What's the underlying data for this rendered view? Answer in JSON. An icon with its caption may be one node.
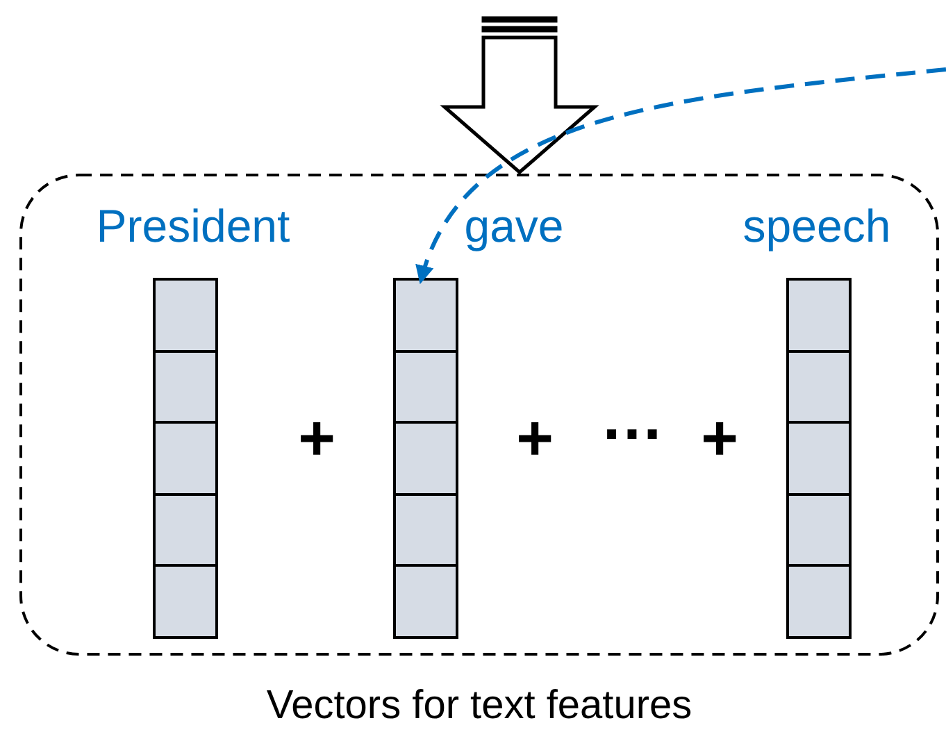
{
  "diagram": {
    "nodes": [
      {
        "text": [
          "Vectors for text features"
        ]
      },
      {
        "text": [
          "President"
        ],
        "in": 0
      },
      {
        "text": [
          "gave"
        ],
        "in": 0
      },
      {
        "text": [
          "speech"
        ],
        "in": 0
      }
    ],
    "edges": [
      {
        "from": null,
        "to": 0,
        "arrow": "to",
        "style": "thick"
      },
      {
        "from": null,
        "to": 2,
        "arrow": "to",
        "style": "dashed",
        "color": "#0070c0"
      }
    ],
    "labels": [
      "+",
      "+",
      "…",
      "+"
    ]
  }
}
